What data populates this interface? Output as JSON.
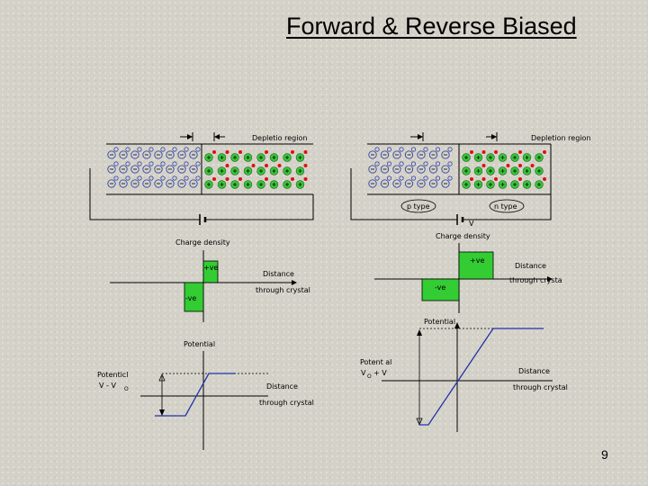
{
  "title": "Forward & Reverse Biased",
  "page_number": "9",
  "forward": {
    "region_label": "Depletio region",
    "charge_label": "Charge density",
    "pos_label": "+ve",
    "neg_label": "-ve",
    "distance_label": "Distance",
    "through_label": "through crystal",
    "potential_label": "Potential",
    "potential_left_label": "Potenticl",
    "potential_left_value": "V - V",
    "potential_left_sub": "O",
    "distance2_label": "Distance",
    "through2_label": "through crystal"
  },
  "reverse": {
    "region_label": "Depletion region",
    "ptype_label": "p type",
    "ntype_label": "n type",
    "v_label": "V",
    "charge_label": "Charge density",
    "pos_label": "+ve",
    "neg_label": "-ve",
    "distance_label": "Distance",
    "through_label": "through crysta",
    "potential_label": "Potential",
    "potential_left_label": "Potent al",
    "potential_left_value": "V",
    "potential_left_sub": "O",
    "potential_left_tail": "+ V",
    "distance2_label": "Distance",
    "through2_label": "through crystal"
  },
  "colors": {
    "acceptor_ring": "#3344aa",
    "donor_fill": "#3ac43a",
    "electron": "#dd1111",
    "charge_box": "#33cc33",
    "potential_line": "#2233aa",
    "axis": "#000000"
  }
}
